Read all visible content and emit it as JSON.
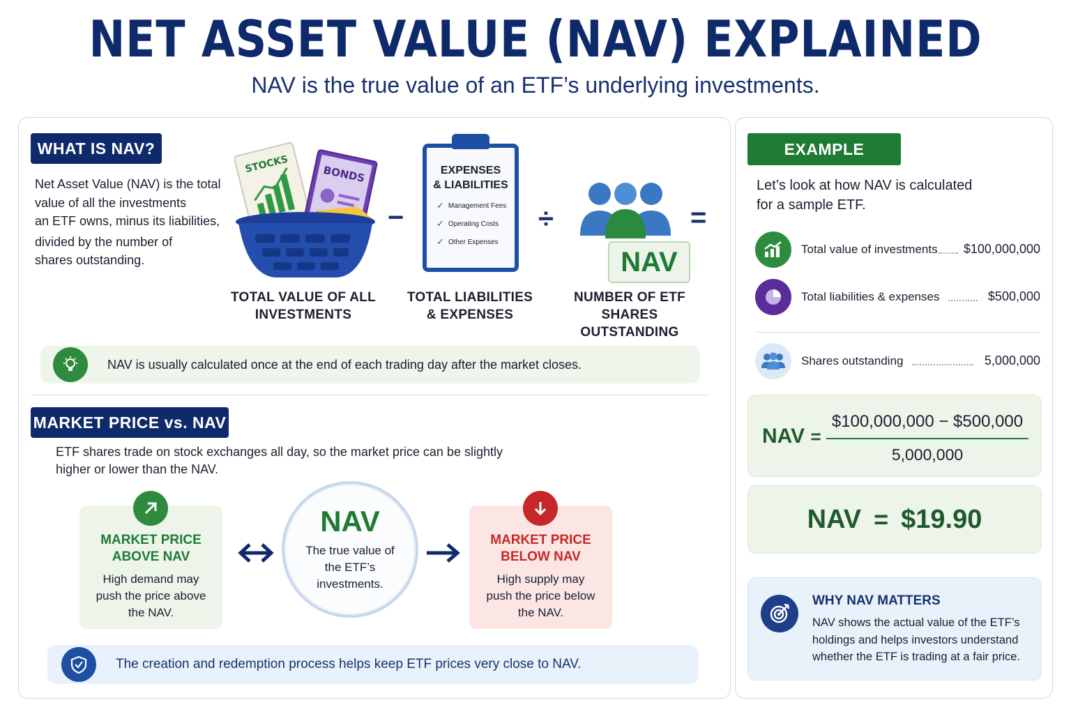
{
  "header": {
    "title": "NET ASSET VALUE (NAV) EXPLAINED",
    "subtitle": "NAV is the true value of an ETF’s underlying investments."
  },
  "what_is_nav": {
    "heading": "WHAT IS NAV?",
    "lines": [
      "Net Asset Value (NAV) is the total",
      "value of all the investments",
      "an ETF owns, minus its liabilities,",
      "divided by the number of",
      "shares outstanding."
    ]
  },
  "diagram": {
    "basket": {
      "stocks_label": "STOCKS",
      "bonds_label": "BONDS",
      "caption_lines": [
        "TOTAL VALUE OF ALL",
        "INVESTMENTS"
      ]
    },
    "minus": "−",
    "clipboard": {
      "title_lines": [
        "EXPENSES",
        "& LIABILITIES"
      ],
      "items": [
        "Management Fees",
        "Operating Costs",
        "Other Expenses"
      ],
      "caption_lines": [
        "TOTAL LIABILITIES",
        "& EXPENSES"
      ]
    },
    "divide": "÷",
    "people": {
      "badge": "NAV",
      "caption_lines": [
        "NUMBER OF ETF",
        "SHARES OUTSTANDING"
      ]
    },
    "equals": "="
  },
  "timing_note": "NAV is usually calculated once at the end of each trading day after the market closes.",
  "market": {
    "heading": "MARKET PRICE vs. NAV",
    "lines": [
      "ETF shares trade on stock exchanges all day, so the market price can be slightly",
      "higher or lower than the NAV."
    ],
    "above": {
      "title_lines": [
        "MARKET PRICE",
        "ABOVE NAV"
      ],
      "desc_lines": [
        "High demand may",
        "push the price above",
        "the NAV."
      ]
    },
    "center": {
      "title": "NAV",
      "desc_lines": [
        "The true value of",
        "the ETF’s",
        "investments."
      ]
    },
    "below": {
      "title_lines": [
        "MARKET PRICE",
        "BELOW NAV"
      ],
      "desc_lines": [
        "High supply may",
        "push the price below",
        "the NAV."
      ]
    },
    "creation_note": "The creation and redemption process helps keep ETF prices very close to NAV."
  },
  "example": {
    "heading": "EXAMPLE",
    "intro_lines": [
      "Let’s look at how NAV is calculated",
      "for a sample ETF."
    ],
    "rows": [
      {
        "label": "Total value of investments",
        "value": "$100,000,000",
        "icon": "growth-chart-icon"
      },
      {
        "label": "Total liabilities & expenses",
        "value": "$500,000",
        "icon": "pie-chart-icon"
      },
      {
        "label": "Shares outstanding",
        "value": "5,000,000",
        "icon": "people-icon"
      }
    ],
    "formula": {
      "lhs": "NAV",
      "eq": "=",
      "numerator": "$100,000,000 − $500,000",
      "denominator": "5,000,000"
    },
    "result": {
      "lhs": "NAV",
      "eq": "=",
      "value": "$19.90"
    },
    "why": {
      "title": "WHY NAV MATTERS",
      "lines": [
        "NAV shows the actual value of the ETF’s",
        "holdings and helps investors understand",
        "whether the ETF is trading at a fair price."
      ]
    }
  },
  "colors": {
    "navy": "#0f2a6b",
    "green": "#1f7a33",
    "red": "#c62828",
    "purple": "#5b2d9a",
    "light_green_bg": "#edf5ea",
    "light_red_bg": "#fbe6e4",
    "light_blue_bg": "#e9f2fb"
  }
}
